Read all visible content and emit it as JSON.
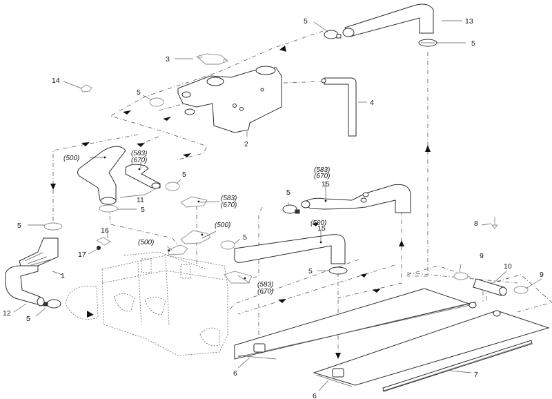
{
  "diagram": {
    "type": "exploded parts diagram",
    "subject": "Cooling system"
  },
  "callouts": [
    {
      "id": "c1",
      "label": "1"
    },
    {
      "id": "c2",
      "label": "2"
    },
    {
      "id": "c3",
      "label": "3"
    },
    {
      "id": "c4",
      "label": "4"
    },
    {
      "id": "c5a",
      "label": "5"
    },
    {
      "id": "c5b",
      "label": "5"
    },
    {
      "id": "c5c",
      "label": "5"
    },
    {
      "id": "c5d",
      "label": "5"
    },
    {
      "id": "c5e",
      "label": "5"
    },
    {
      "id": "c5f",
      "label": "5"
    },
    {
      "id": "c5g",
      "label": "5"
    },
    {
      "id": "c5h",
      "label": "5"
    },
    {
      "id": "c5i",
      "label": "5"
    },
    {
      "id": "c5j",
      "label": "5"
    },
    {
      "id": "c5k",
      "label": "5"
    },
    {
      "id": "c6a",
      "label": "6"
    },
    {
      "id": "c6b",
      "label": "6"
    },
    {
      "id": "c7",
      "label": "7"
    },
    {
      "id": "c8",
      "label": "8"
    },
    {
      "id": "c9a",
      "label": "9"
    },
    {
      "id": "c9b",
      "label": "9"
    },
    {
      "id": "c10",
      "label": "10"
    },
    {
      "id": "c11",
      "label": "11"
    },
    {
      "id": "c12",
      "label": "12"
    },
    {
      "id": "c13",
      "label": "13"
    },
    {
      "id": "c14",
      "label": "14"
    },
    {
      "id": "c15a",
      "label": "15"
    },
    {
      "id": "c15b",
      "label": "15"
    },
    {
      "id": "c16",
      "label": "16"
    },
    {
      "id": "c17",
      "label": "17"
    }
  ],
  "variants": {
    "v500_hose11": "(500)",
    "v583_hose11": "(583)",
    "v670_hose11": "(670)",
    "v583_fitting_top": "(583)",
    "v670_fitting_top": "(670)",
    "v500_fitting_mid": "(500)",
    "v500_fitting_left": "(500)",
    "v583_fitting_low": "(583)",
    "v670_fitting_low": "(670)",
    "v583_hose15": "(583)",
    "v670_hose15": "(670)",
    "v500_hose15": "(500)"
  }
}
